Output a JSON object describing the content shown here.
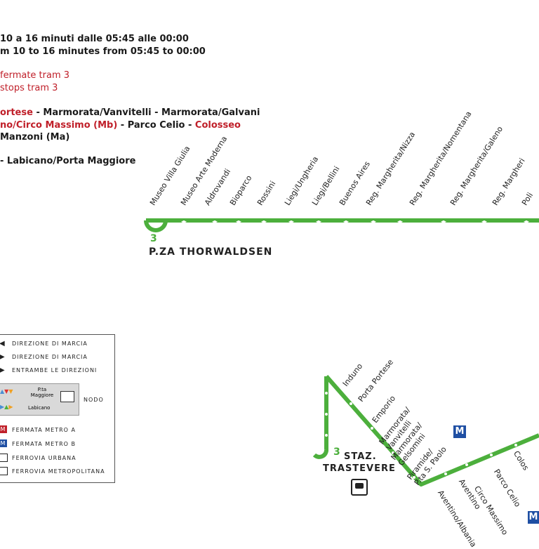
{
  "info": {
    "line1": "10 a 16 minuti dalle 05:45 alle 00:00",
    "line2": "m 10 to 16 minutes from 05:45 to 00:00",
    "line3": "fermate tram 3",
    "line4": "stops tram 3",
    "line5_red": "ortese",
    "line5_black": " - Marmorata/Vanvitelli - Marmorata/Galvani",
    "line6_red1": "no/Circo Massimo (Mb)",
    "line6_black": " - Parco Celio - ",
    "line6_red2": "Colosseo",
    "line7": "Manzoni (Ma)",
    "line8": "- Labicano/Porta Maggiore"
  },
  "colors": {
    "route": "#4caf3c",
    "accent_red": "#c0202a",
    "metro_a": "#c0202a",
    "metro_b": "#1f4fa3"
  },
  "top_route": {
    "number": "3",
    "terminus": "P.ZA THORWALDSEN",
    "stops": [
      "Museo Villa Giulia",
      "Museo Arte Moderna",
      "Aldrovandi",
      "Bioparco",
      "Rossini",
      "Liegi/Ungheria",
      "Liegi/Bellini",
      "Buenos Aires",
      "Reg. Margherita/Nizza",
      "Reg. Margherita/Nomentana",
      "Reg. Margherita/Galeno",
      "Reg. Margheri",
      "Poli"
    ]
  },
  "bottom_route": {
    "number": "3",
    "terminus_line1": "STAZ.",
    "terminus_line2": "TRASTEVERE",
    "stops": [
      "Induno",
      "Porta Portese",
      "Emporio",
      "Marmorata/ Vanvitelli",
      "Marmorata/ Gelsomini",
      "Piramide/ P.ta S. Paolo",
      "Aventino/Albania",
      "Aventino",
      "Circo Massimo",
      "Parco Celio",
      "Colos"
    ]
  },
  "legend": {
    "dir1": "DIREZIONE DI MARCIA",
    "dir2": "DIREZIONE DI MARCIA",
    "both": "ENTRAMBE LE DIREZIONI",
    "node_top": "P.ta Maggiore",
    "node_bottom": "Labicano",
    "node": "NODO",
    "metro_a": "FERMATA METRO A",
    "metro_b": "FERMATA METRO B",
    "rail": "FERROVIA URBANA",
    "rail_metro": "FERROVIA METROPOLITANA",
    "metro_a_letter": "M",
    "metro_b_letter": "M"
  }
}
